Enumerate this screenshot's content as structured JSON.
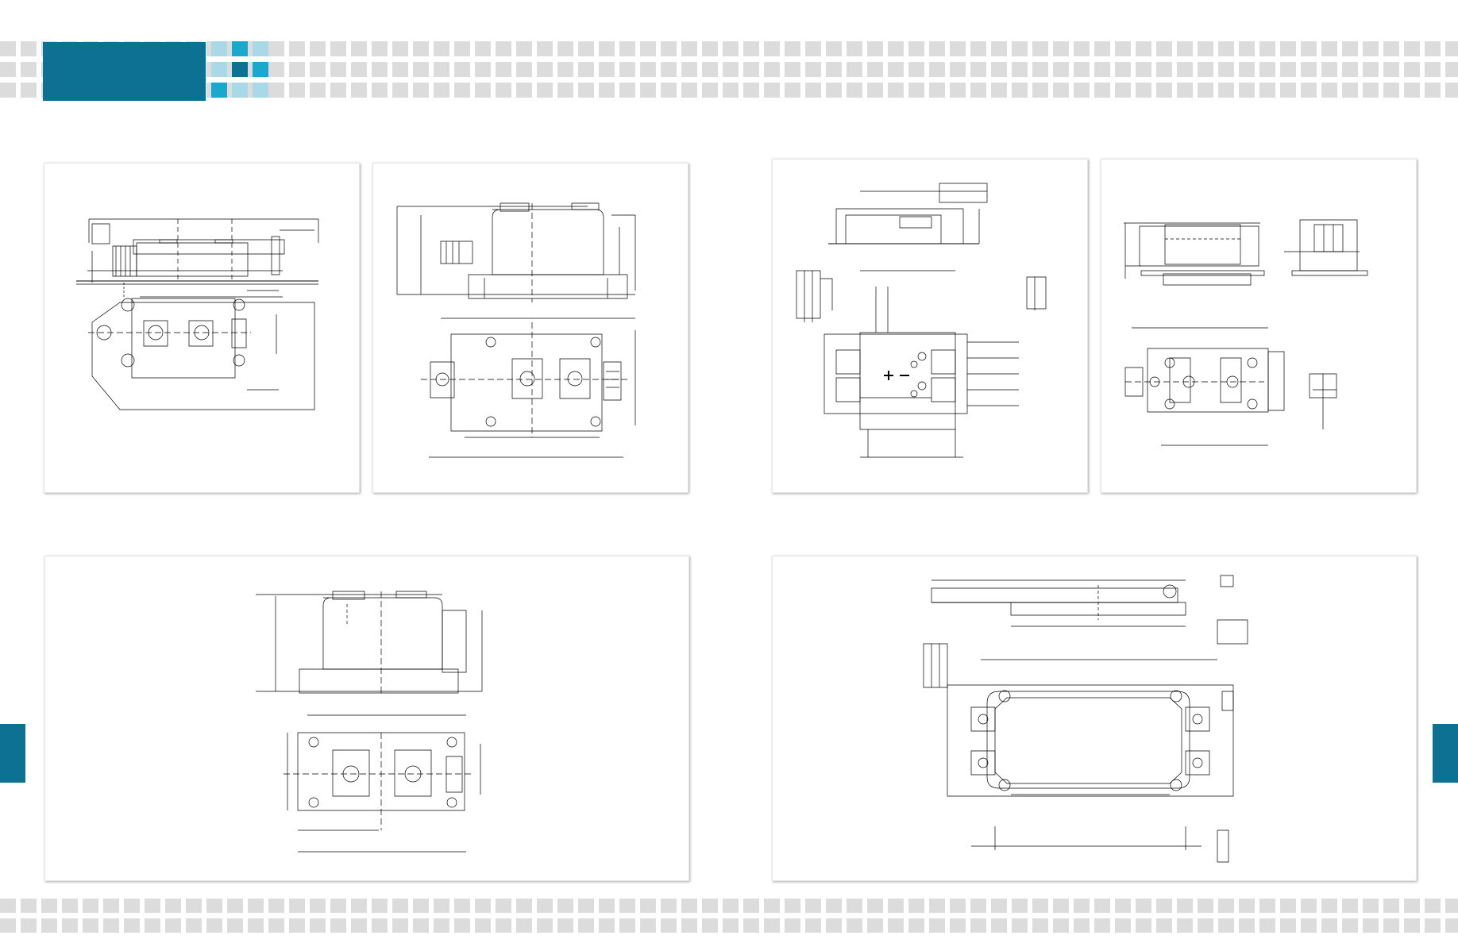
{
  "colors": {
    "accent": "#0c7193",
    "accent_light": "#1aa9cc",
    "accent_pale": "#a9d8e6",
    "tile_gray": "#dcdcdd",
    "line": "#000000"
  },
  "page": {
    "header_band": "tile-band",
    "footer_band": "tile-band",
    "side_tabs": [
      "left-tab",
      "right-tab"
    ]
  },
  "drawings": [
    {
      "id": "drawing-1",
      "subject": "module-outline-side-and-top-view"
    },
    {
      "id": "drawing-2",
      "subject": "module-outline-side-and-top-view"
    },
    {
      "id": "drawing-3",
      "subject": "module-outline-with-detail-views"
    },
    {
      "id": "drawing-4",
      "subject": "module-outline-with-detail-views"
    },
    {
      "id": "drawing-5",
      "subject": "module-outline-side-and-top-view"
    },
    {
      "id": "drawing-6",
      "subject": "pin-module-outline-with-detail-views"
    }
  ]
}
